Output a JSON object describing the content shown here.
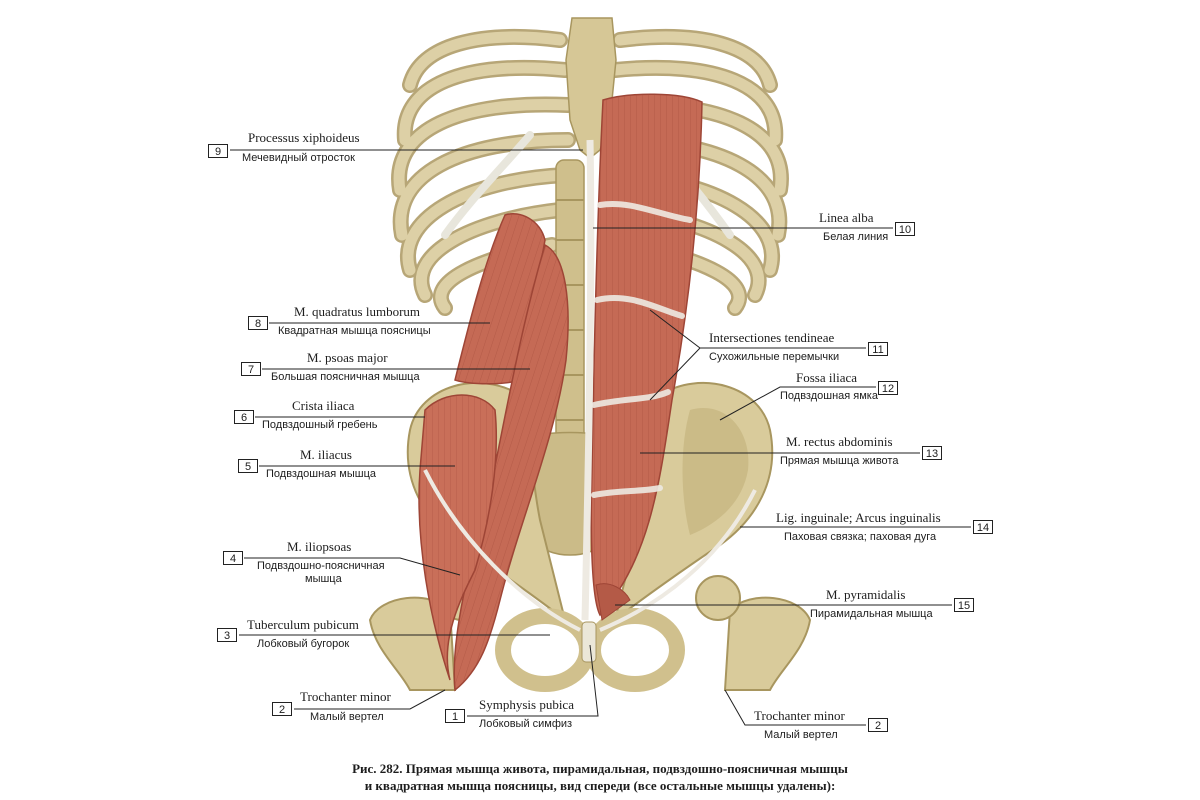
{
  "colors": {
    "bone": "#ddd0a6",
    "bone_shadow": "#b7a677",
    "cartilage": "#e8e6dc",
    "muscle": "#c56a55",
    "muscle_dark": "#9e4536",
    "tendon": "#eeeae2",
    "leader": "#222222"
  },
  "labels": {
    "l1": {
      "num": "1",
      "lat": "Symphysis pubica",
      "rus": "Лобковый симфиз"
    },
    "l2a": {
      "num": "2",
      "lat": "Trochanter minor",
      "rus": "Малый вертел"
    },
    "l2b": {
      "num": "2",
      "lat": "Trochanter minor",
      "rus": "Малый вертел"
    },
    "l3": {
      "num": "3",
      "lat": "Tuberculum pubicum",
      "rus": "Лобковый бугорок"
    },
    "l4": {
      "num": "4",
      "lat": "M. iliopsoas",
      "rus1": "Подвздошно-поясничная",
      "rus2": "мышца"
    },
    "l5": {
      "num": "5",
      "lat": "M. iliacus",
      "rus": "Подвздошная мышца"
    },
    "l6": {
      "num": "6",
      "lat": "Crista iliaca",
      "rus": "Подвздошный гребень"
    },
    "l7": {
      "num": "7",
      "lat": "M. psoas major",
      "rus": "Большая поясничная мышца"
    },
    "l8": {
      "num": "8",
      "lat": "M. quadratus lumborum",
      "rus": "Квадратная мышца поясницы"
    },
    "l9": {
      "num": "9",
      "lat": "Processus xiphoideus",
      "rus": "Мечевидный отросток"
    },
    "l10": {
      "num": "10",
      "lat": "Linea alba",
      "rus": "Белая линия"
    },
    "l11": {
      "num": "11",
      "lat": "Intersectiones tendineae",
      "rus": "Сухожильные перемычки"
    },
    "l12": {
      "num": "12",
      "lat": "Fossa iliaca",
      "rus": "Подвздошная ямка"
    },
    "l13": {
      "num": "13",
      "lat": "M. rectus abdominis",
      "rus": "Прямая мышца живота"
    },
    "l14": {
      "num": "14",
      "lat": "Lig. inguinale; Arcus inguinalis",
      "rus": "Паховая связка; паховая дуга"
    },
    "l15": {
      "num": "15",
      "lat": "M. pyramidalis",
      "rus": "Пирамидальная мышца"
    }
  },
  "caption": {
    "line1": "Рис.  282. Прямая мышца живота, пирамидальная, подвздошно-поясничная мышцы",
    "line2": "и квадратная мышца поясницы, вид спереди (все остальные мышцы удалены):"
  }
}
